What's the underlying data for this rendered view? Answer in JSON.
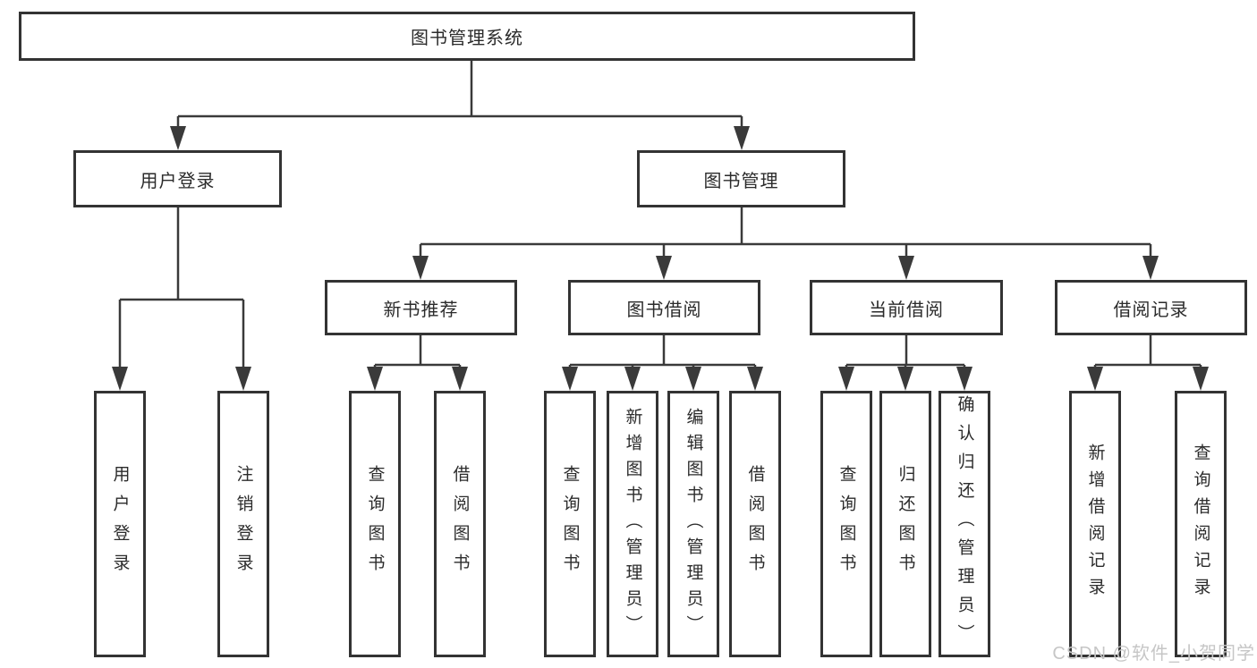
{
  "diagram": {
    "title_node": {
      "label": "图书管理系统"
    },
    "level2": [
      {
        "label": "用户登录"
      },
      {
        "label": "图书管理"
      }
    ],
    "level3": [
      {
        "label": "新书推荐"
      },
      {
        "label": "图书借阅"
      },
      {
        "label": "当前借阅"
      },
      {
        "label": "借阅记录"
      }
    ],
    "leaves": {
      "user_login": [
        "用户登录",
        "注销登录"
      ],
      "recommend": [
        "查询图书",
        "借阅图书"
      ],
      "borrow": [
        "查询图书",
        "新增图书（管理员）",
        "编辑图书（管理员）",
        "借阅图书"
      ],
      "current": [
        "查询图书",
        "归还图书",
        "确认归还（管理员）"
      ],
      "records": [
        "新增借阅记录",
        "查询借阅记录"
      ]
    },
    "colors": {
      "line": "#3a3a3a",
      "border": "#333333",
      "text": "#2b2b2b",
      "watermark_text": "#c6c6c6"
    }
  },
  "watermark": {
    "text": "CSDN @软件_小贺同学"
  }
}
